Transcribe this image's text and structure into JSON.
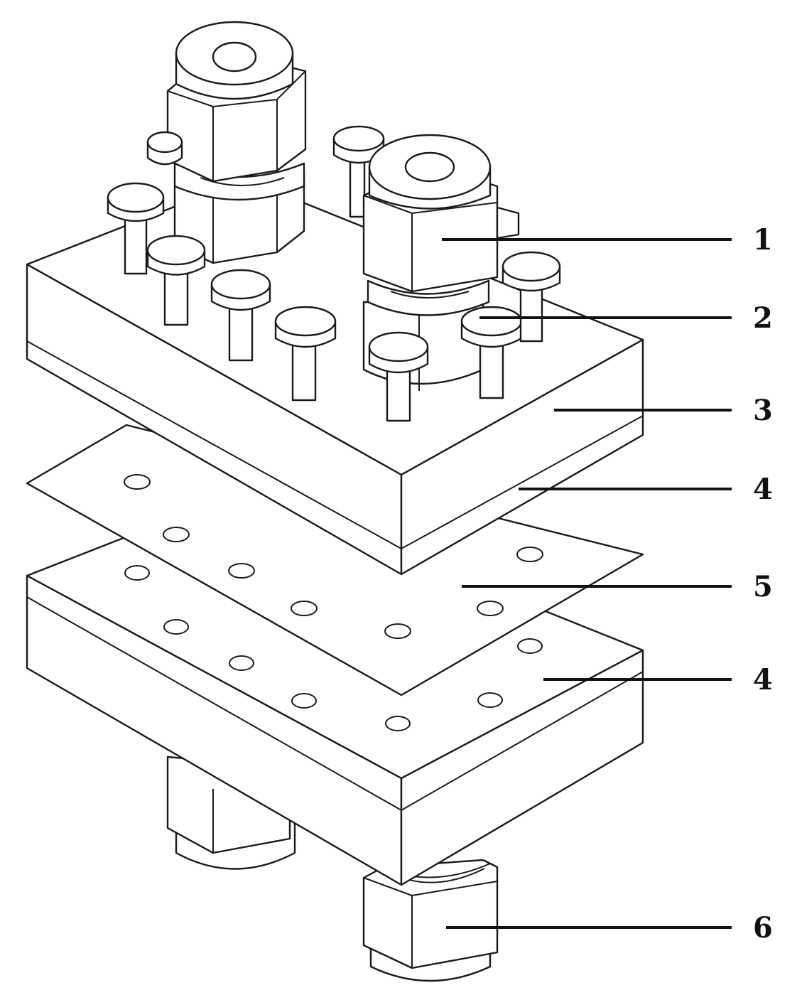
{
  "figure": {
    "callouts": [
      {
        "id": "c1",
        "label": "1"
      },
      {
        "id": "c2",
        "label": "2"
      },
      {
        "id": "c3",
        "label": "3"
      },
      {
        "id": "c4a",
        "label": "4"
      },
      {
        "id": "c5",
        "label": "5"
      },
      {
        "id": "c4b",
        "label": "4"
      },
      {
        "id": "c6",
        "label": "6"
      }
    ]
  },
  "colors": {
    "line": "#1a1a1a",
    "face_light": "#ffffff",
    "face_shade": "#f4f4f4"
  },
  "icons": {
    "fitting": "hex-compression-fitting-icon",
    "bolt": "hex-bolt-icon",
    "hole": "bolt-hole-icon"
  }
}
